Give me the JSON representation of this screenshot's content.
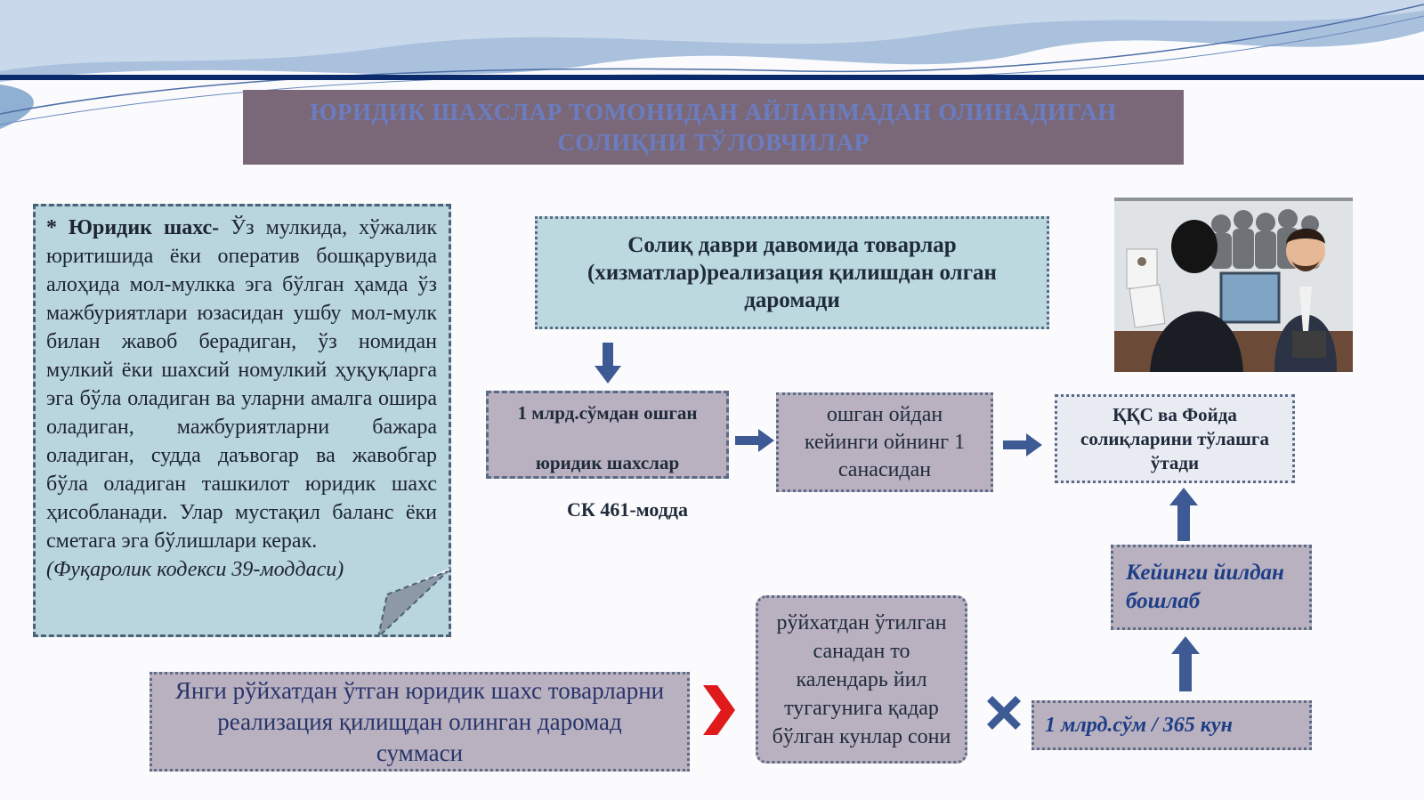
{
  "title": {
    "line1": "ЮРИДИК ШАХСЛАР ТОМОНИДАН АЙЛАНМАДАН ОЛИНАДИГАН",
    "line2": "СОЛИҚНИ  ТЎЛОВЧИЛАР"
  },
  "definition": {
    "term": "* Юридик шахс-",
    "body": "Ўз мулкида, хўжалик юритишида ёки оператив бошқарувида алоҳида мол-мулкка эга бўлган ҳамда ўз мажбуриятлари юзасидан ушбу мол-мулк билан жавоб берадиган, ўз номидан мулкий ёки шахсий номулкий ҳуқуқларга эга бўла оладиган ва уларни амалга ошира оладиган, мажбуриятларни бажара оладиган, судда даъвогар ва жавобгар бўла оладиган ташкилот юридик шахс ҳисобланади. Улар мустақил баланс ёки сметага эга бўлишлари керак.",
    "reference": "(Фуқаролик кодекси 39-моддаси)"
  },
  "flow": {
    "income_box": "Солиқ даври давомида товарлар (хизматлар)реализация қилишдан олган даромади",
    "over_billion_line1": "1 млрд.сўмдан ошган",
    "over_billion_line2": "юридик шахслар",
    "article": "СК 461-модда",
    "next_month": "ошган ойдан кейинги ойнинг 1 санасидан",
    "vat_profit": "ҚҚС ва Фойда солиқларини тўлашга ўтади",
    "next_year": "Кейинги йилдан бошлаб",
    "new_entity": "Янги рўйхатдан ўтган юридик шахс товарларни реализация қилищдан олинган даромад суммаси",
    "days_count": "рўйхатдан ўтилган санадан то календарь йил тугагунига қадар бўлган кунлар сони",
    "ratio": "1 млрд.сўм / 365 кун"
  },
  "colors": {
    "navy_rule": "#0b2a6b",
    "arrow_blue": "#3e5a95",
    "chevron_red": "#e0191b",
    "title_text": "#6b7cc0"
  },
  "icons": {
    "down_arrow": "down-arrow-icon",
    "right_arrow": "right-arrow-icon",
    "up_arrow": "up-arrow-icon",
    "chevron": "chevron-right-icon",
    "multiply": "multiply-icon"
  }
}
